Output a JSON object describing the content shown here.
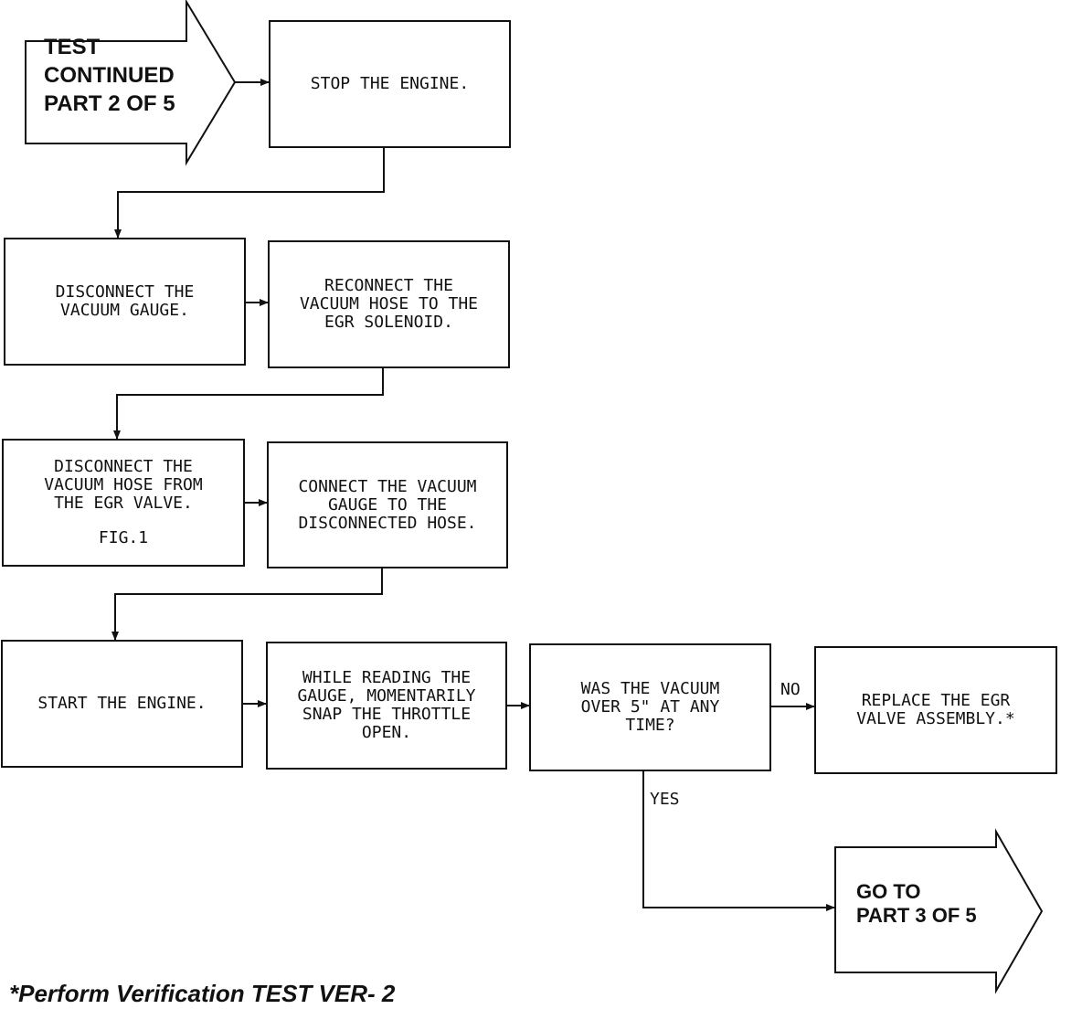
{
  "start_arrow": {
    "lines": [
      "TEST",
      "CONTINUED",
      "PART 2 OF 5"
    ]
  },
  "steps": {
    "stop_engine": {
      "lines": [
        "STOP THE ENGINE."
      ]
    },
    "disconnect_gauge": {
      "lines": [
        "DISCONNECT THE",
        "VACUUM GAUGE."
      ]
    },
    "reconnect_hose": {
      "lines": [
        "RECONNECT THE",
        "VACUUM HOSE TO THE",
        "EGR SOLENOID."
      ]
    },
    "disconnect_hose": {
      "lines": [
        "DISCONNECT THE",
        "VACUUM HOSE FROM",
        "THE EGR VALVE."
      ],
      "fig": "FIG.1"
    },
    "connect_gauge": {
      "lines": [
        "CONNECT THE VACUUM",
        "GAUGE TO THE",
        "DISCONNECTED HOSE."
      ]
    },
    "start_engine": {
      "lines": [
        "START THE ENGINE."
      ]
    },
    "snap_throttle": {
      "lines": [
        "WHILE READING THE",
        "GAUGE, MOMENTARILY",
        "SNAP THE THROTTLE",
        "OPEN."
      ]
    },
    "question": {
      "lines": [
        "WAS THE VACUUM",
        "OVER 5\" AT ANY",
        "TIME?"
      ]
    },
    "replace_valve": {
      "lines": [
        "REPLACE THE EGR",
        "VALVE ASSEMBLY.*"
      ]
    }
  },
  "branch_labels": {
    "no": "NO",
    "yes": "YES"
  },
  "end_arrow": {
    "lines": [
      "GO TO",
      "PART 3 OF 5"
    ]
  },
  "footnote": "*Perform Verification TEST VER- 2"
}
